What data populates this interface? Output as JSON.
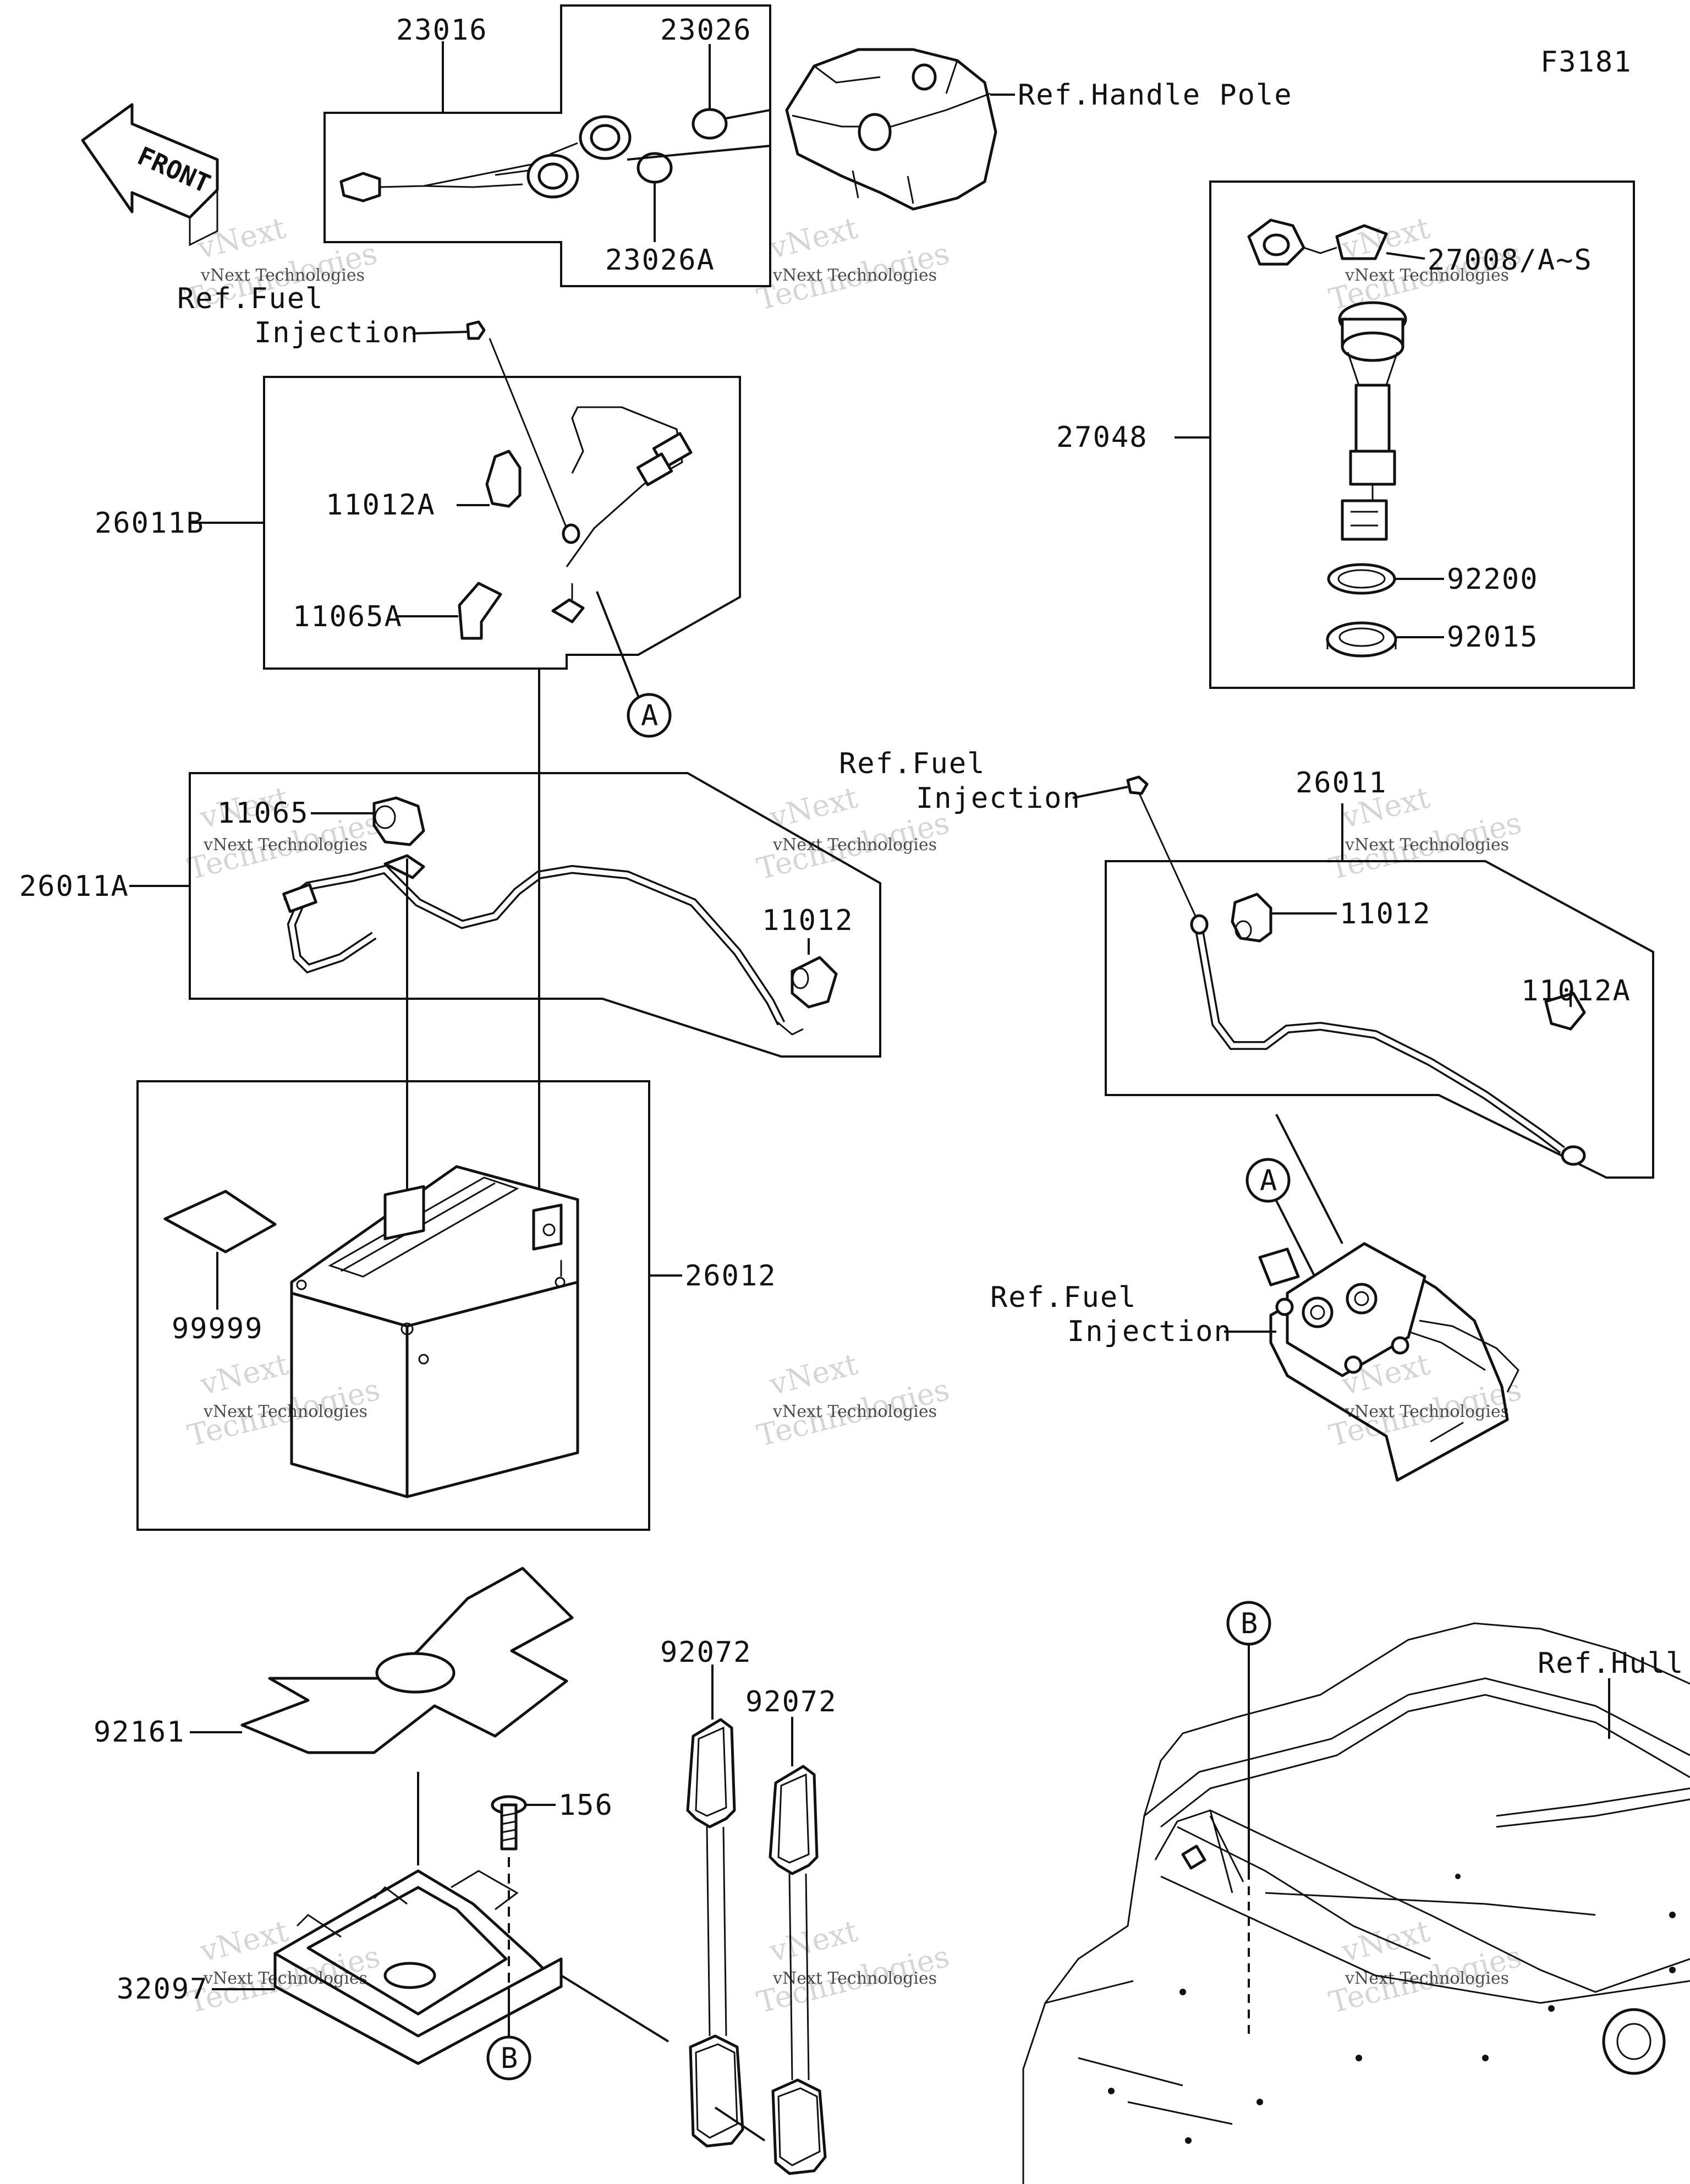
{
  "diagram_code": "F3181",
  "front_label": "FRONT",
  "refs": {
    "handle_pole": "Ref.Handle Pole",
    "fuel_injection_1_line1": "Ref.Fuel",
    "fuel_injection_1_line2": "Injection",
    "fuel_injection_2_line1": "Ref.Fuel",
    "fuel_injection_2_line2": "Injection",
    "fuel_injection_3_line1": "Ref.Fuel",
    "fuel_injection_3_line2": "Injection",
    "hull": "Ref.Hull"
  },
  "parts": {
    "p23016": "23016",
    "p23026": "23026",
    "p23026A": "23026A",
    "p27008": "27008/A~S",
    "p27048": "27048",
    "p92200": "92200",
    "p92015": "92015",
    "p26011B": "26011B",
    "p11012A_top": "11012A",
    "p11065A": "11065A",
    "p26011A": "26011A",
    "p11065": "11065",
    "p11012_left": "11012",
    "p26011": "26011",
    "p11012_right": "11012",
    "p11012A_right": "11012A",
    "p26012": "26012",
    "p99999": "99999",
    "p92161": "92161",
    "p156": "156",
    "p32097": "32097",
    "p92072_a": "92072",
    "p92072_b": "92072"
  },
  "callouts": {
    "a1": "A",
    "a2": "A",
    "b1": "B",
    "b2": "B"
  },
  "watermark": {
    "brand": "vNext Technologies",
    "big_line1": "vNext",
    "big_line2": "Technologies"
  }
}
